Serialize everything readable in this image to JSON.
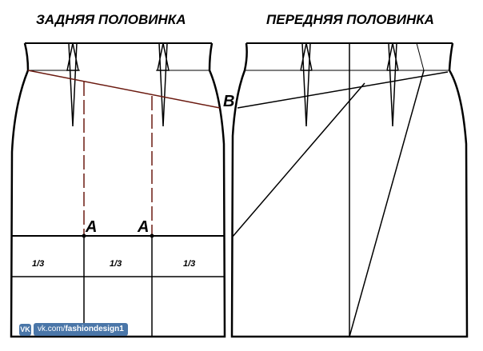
{
  "titles": {
    "back": "ЗАДНЯЯ ПОЛОВИНКА",
    "front": "ПЕРЕДНЯЯ ПОЛОВИНКА"
  },
  "points": {
    "a1": "A",
    "a2": "A",
    "b": "B"
  },
  "fractions": [
    "1/3",
    "1/3",
    "1/3"
  ],
  "watermark": {
    "icon": "vk-logo-icon",
    "prefix": "vk.com/",
    "name": "fashiondesign1",
    "color": "#4a76a8"
  },
  "colors": {
    "line": "#000000",
    "construction": "#6b1a10"
  }
}
